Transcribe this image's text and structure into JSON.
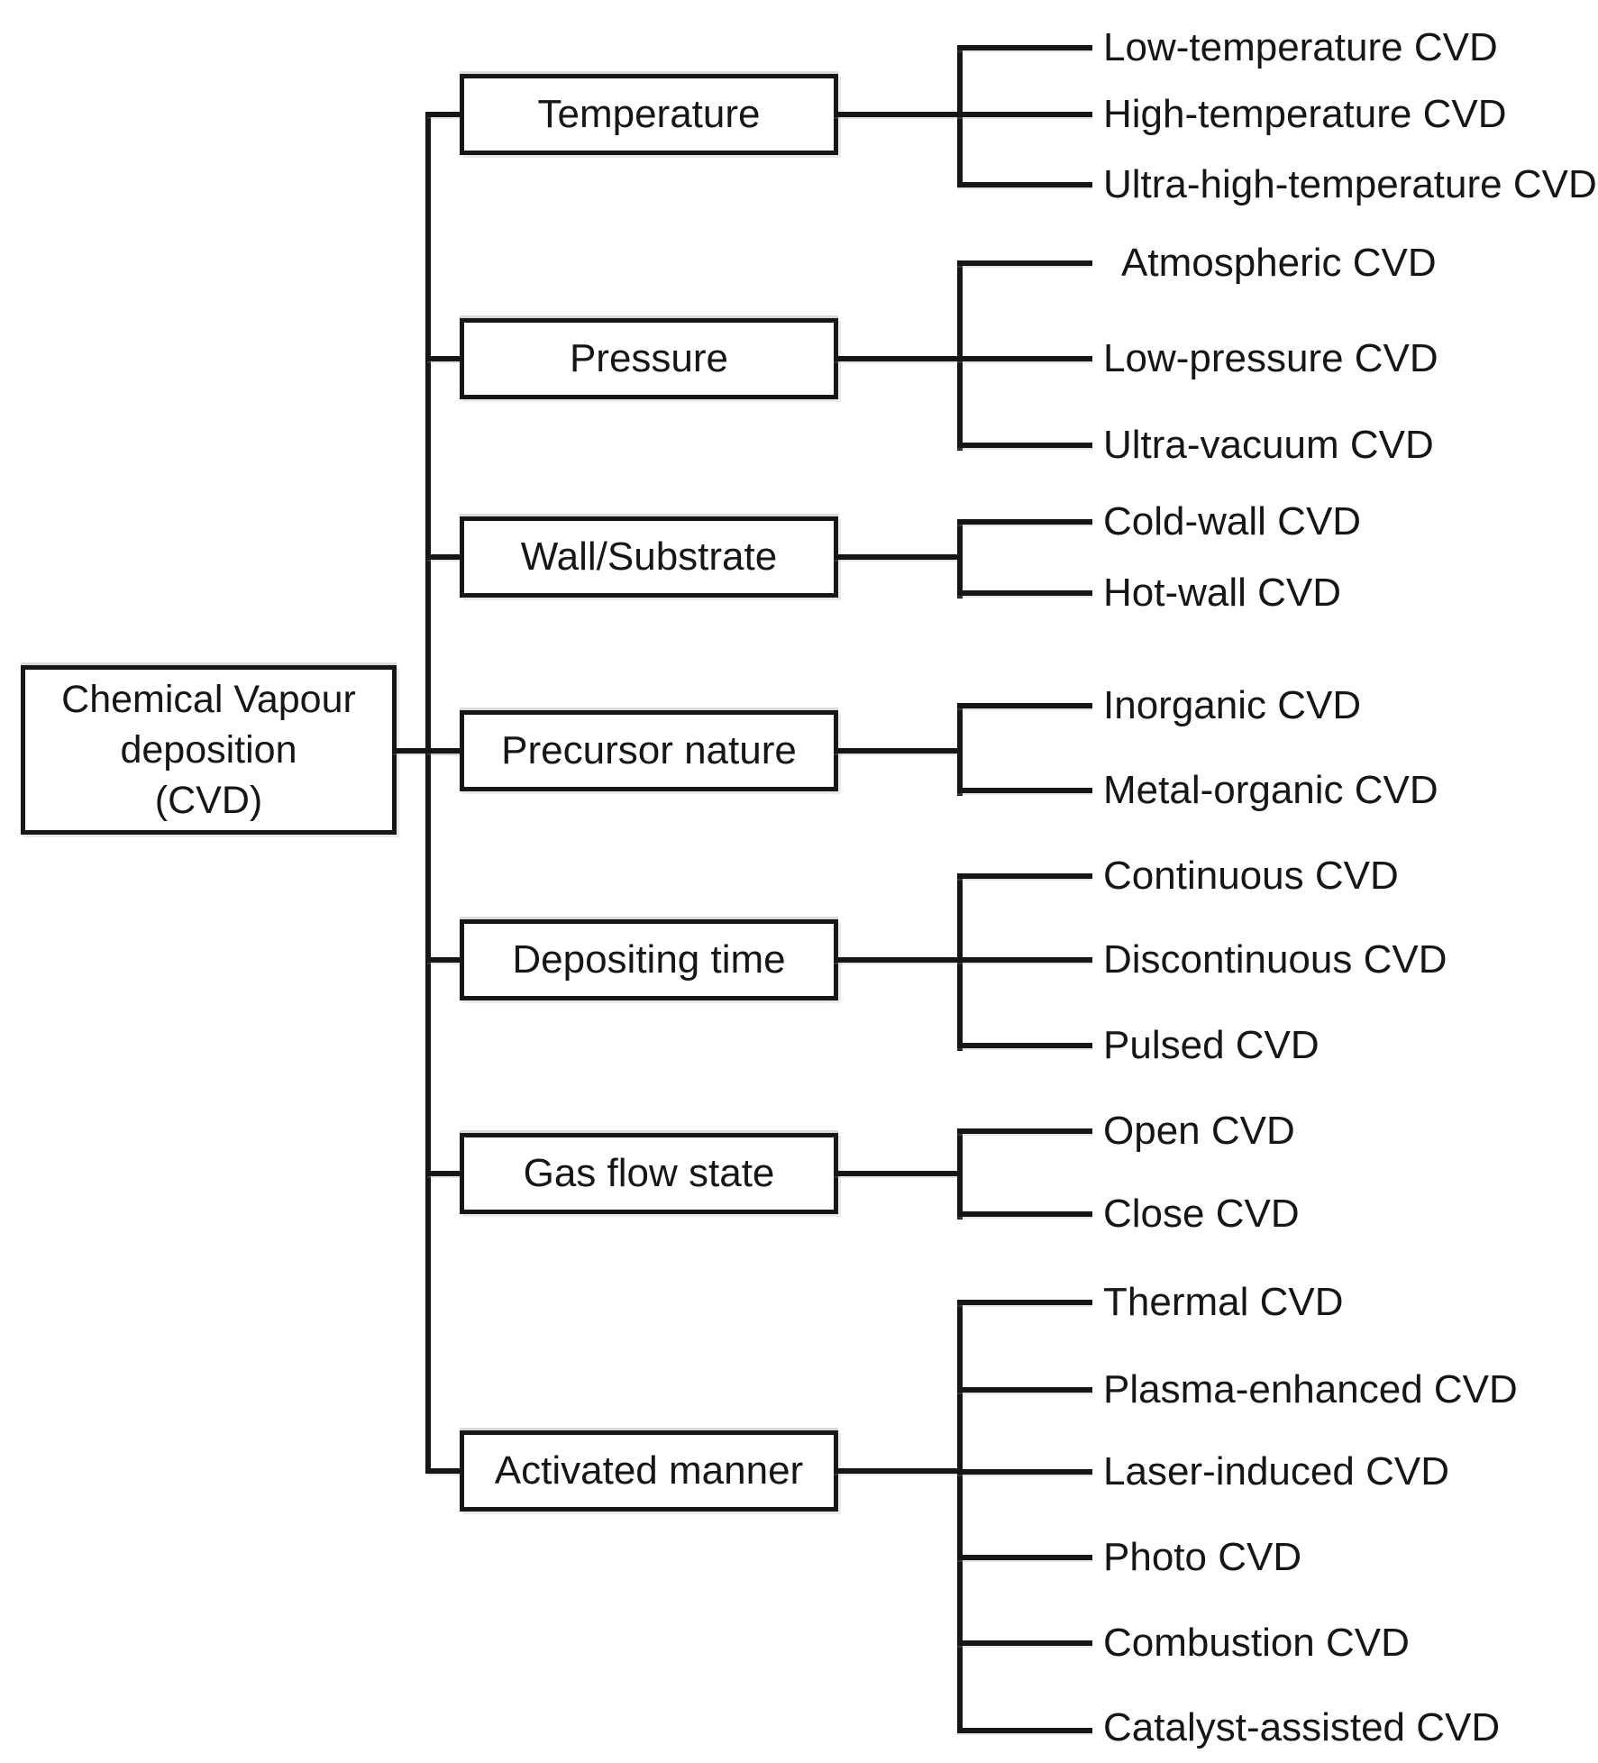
{
  "diagram": {
    "title": "CVD classification tree",
    "root": {
      "label": "Chemical Vapour\ndeposition\n(CVD)"
    },
    "categories": [
      {
        "label": "Temperature",
        "children": [
          "Low-temperature CVD",
          "High-temperature CVD",
          "Ultra-high-temperature CVD"
        ]
      },
      {
        "label": "Pressure",
        "children": [
          "Atmospheric CVD",
          "Low-pressure CVD",
          "Ultra-vacuum CVD"
        ]
      },
      {
        "label": "Wall/Substrate",
        "children": [
          "Cold-wall CVD",
          "Hot-wall CVD"
        ]
      },
      {
        "label": "Precursor nature",
        "children": [
          "Inorganic CVD",
          "Metal-organic CVD"
        ]
      },
      {
        "label": "Depositing time",
        "children": [
          "Continuous CVD",
          "Discontinuous CVD",
          "Pulsed CVD"
        ]
      },
      {
        "label": "Gas flow state",
        "children": [
          "Open CVD",
          "Close CVD"
        ]
      },
      {
        "label": "Activated manner",
        "children": [
          "Thermal CVD",
          "Plasma-enhanced CVD",
          "Laser-induced CVD",
          "Photo CVD",
          "Combustion CVD",
          "Catalyst-assisted CVD"
        ]
      }
    ],
    "colors": {
      "line": "#161616",
      "text": "#161616",
      "box_border": "#161616",
      "background": "#ffffff"
    }
  }
}
